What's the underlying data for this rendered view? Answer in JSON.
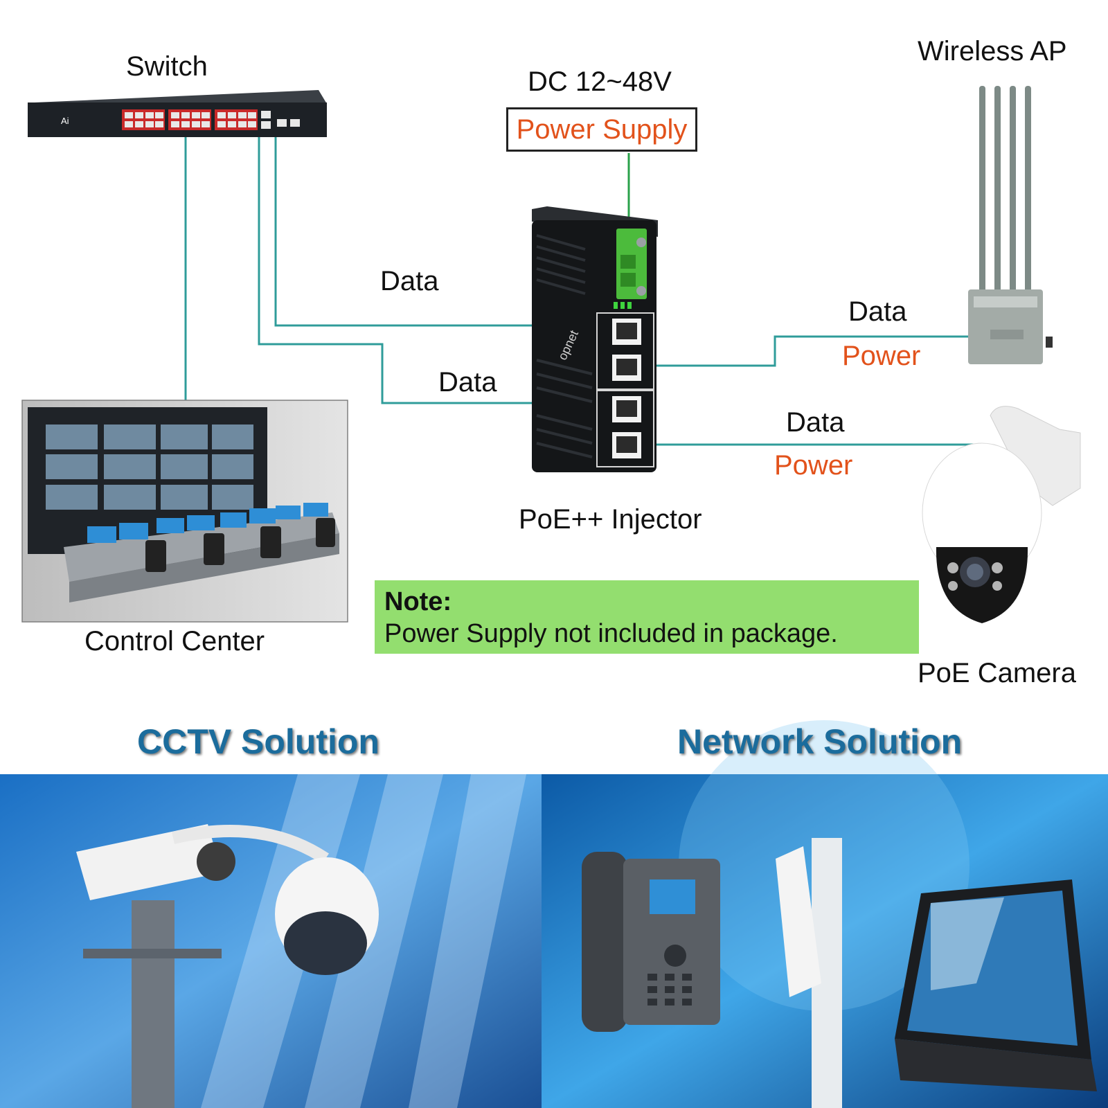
{
  "labels": {
    "switch": "Switch",
    "dc": "DC 12~48V",
    "power_supply": "Power Supply",
    "wireless_ap": "Wireless AP",
    "data_1": "Data",
    "data_2": "Data",
    "data_ap": "Data",
    "power_ap": "Power",
    "data_cam": "Data",
    "power_cam": "Power",
    "injector": "PoE++ Injector",
    "control_center": "Control Center",
    "poe_camera": "PoE Camera"
  },
  "note": {
    "title": "Note:",
    "body": "Power Supply not included in package."
  },
  "solutions": {
    "cctv": "CCTV Solution",
    "network": "Network Solution"
  },
  "colors": {
    "line": "#2f9c9a",
    "power_text": "#e2521b",
    "note_bg": "#93de6f",
    "solution_text": "#1b6c9c",
    "power_wire": "#2aa14a"
  }
}
